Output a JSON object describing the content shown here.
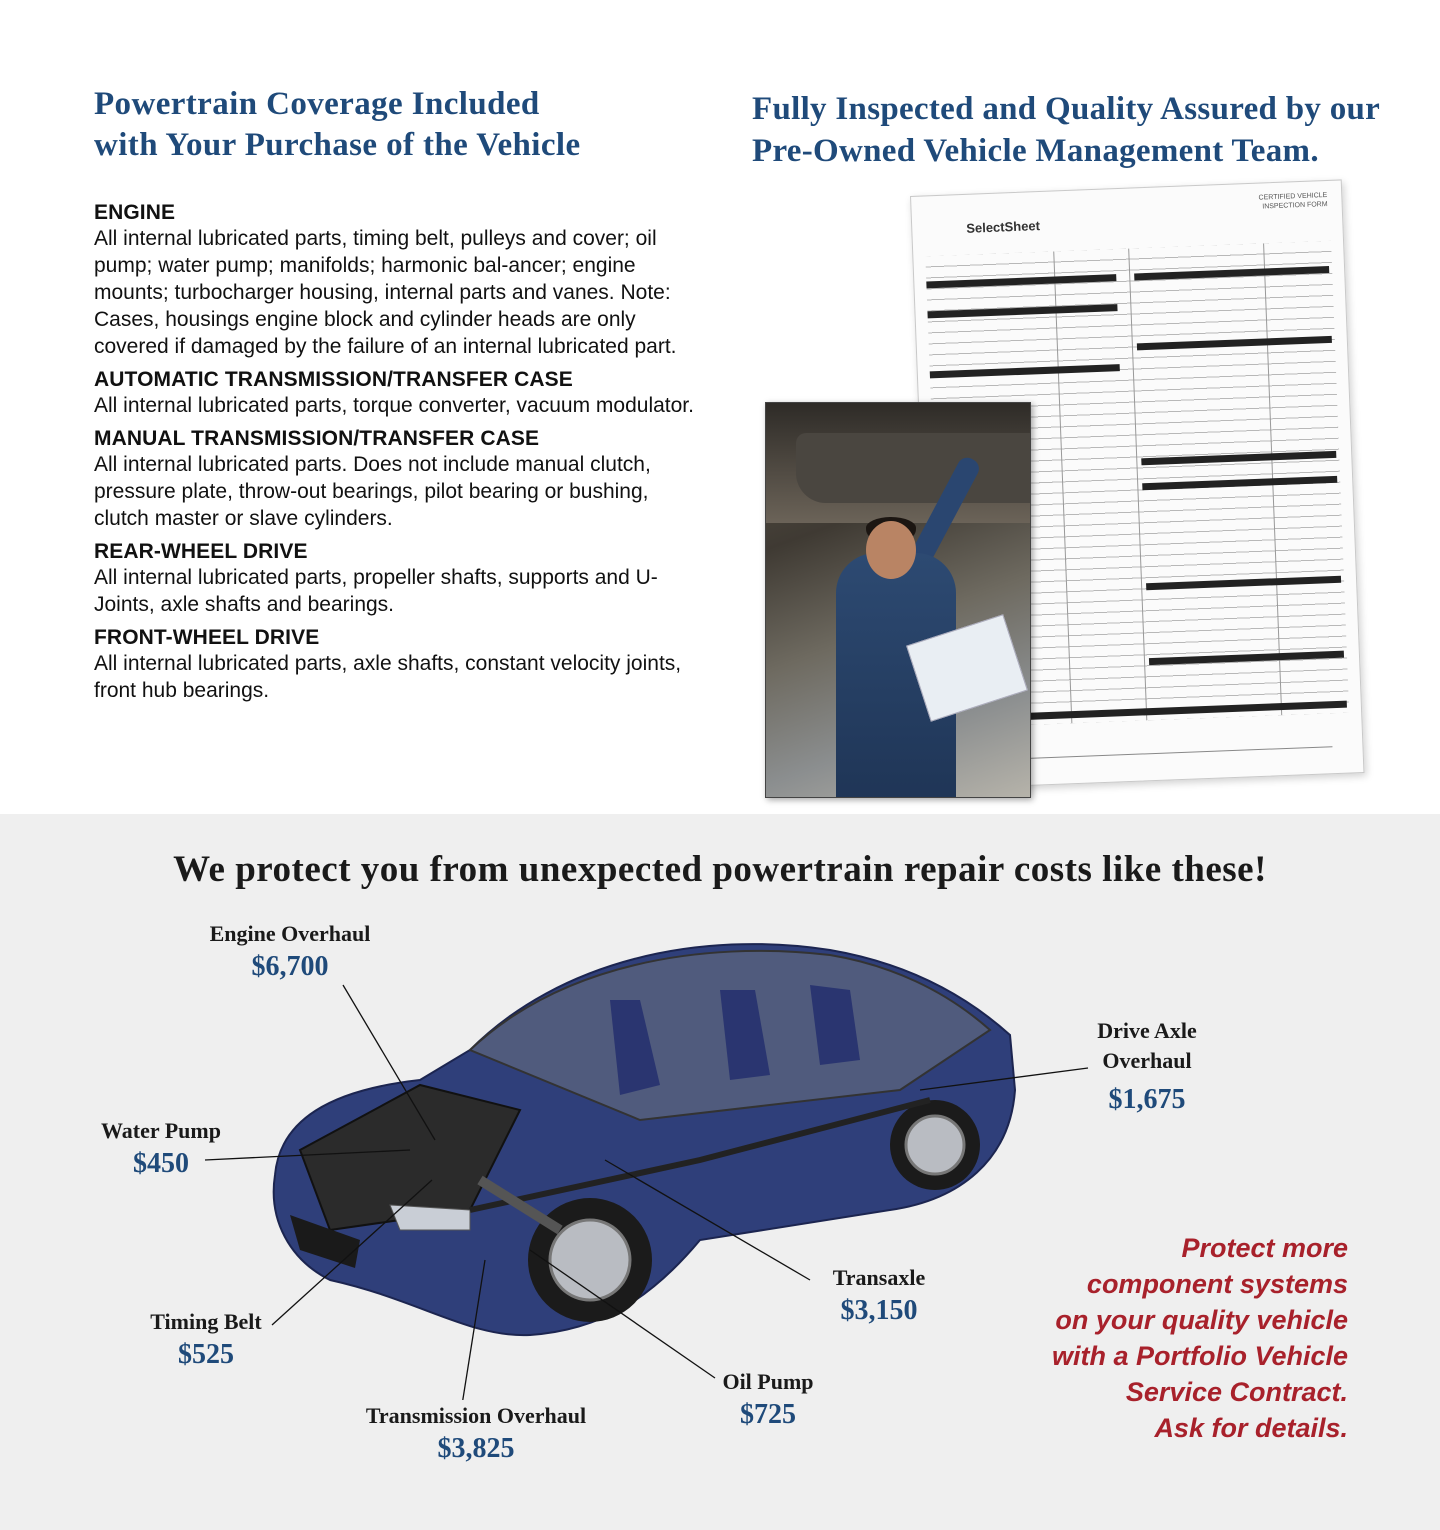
{
  "coverage": {
    "title_line1": "Powertrain Coverage Included",
    "title_line2": "with Your Purchase of the Vehicle",
    "sections": [
      {
        "heading": "ENGINE",
        "text": "All internal lubricated parts, timing belt, pulleys and cover; oil pump; water pump; manifolds; harmonic bal-ancer; engine mounts; turbocharger housing, internal parts and vanes. Note: Cases, housings engine block and cylinder heads are only covered if damaged by the failure of an internal lubricated part."
      },
      {
        "heading": "AUTOMATIC TRANSMISSION/TRANSFER CASE",
        "text": "All internal lubricated parts, torque converter, vacuum modulator."
      },
      {
        "heading": "MANUAL TRANSMISSION/TRANSFER CASE",
        "text": "All internal lubricated parts. Does not include manual clutch, pressure plate, throw-out bearings, pilot bearing or bushing, clutch master or slave cylinders."
      },
      {
        "heading": "REAR-WHEEL DRIVE",
        "text": "All internal lubricated parts, propeller shafts, supports and U-Joints, axle shafts and bearings."
      },
      {
        "heading": "FRONT-WHEEL DRIVE",
        "text": "All internal lubricated parts, axle shafts, constant velocity joints, front hub bearings."
      }
    ]
  },
  "inspection": {
    "title_line1": "Fully Inspected and Quality Assured by our",
    "title_line2": "Pre-Owned Vehicle Management Team.",
    "form_logo": "SelectSheet",
    "form_title": "CERTIFIED VEHICLE INSPECTION FORM"
  },
  "protect": {
    "headline": "We protect you from unexpected powertrain repair costs like these!"
  },
  "costs": {
    "engine_overhaul": {
      "name": "Engine Overhaul",
      "price": "$6,700"
    },
    "water_pump": {
      "name": "Water Pump",
      "price": "$450"
    },
    "timing_belt": {
      "name": "Timing Belt",
      "price": "$525"
    },
    "transmission_overhaul": {
      "name": "Transmission Overhaul",
      "price": "$3,825"
    },
    "oil_pump": {
      "name": "Oil Pump",
      "price": "$725"
    },
    "transaxle": {
      "name": "Transaxle",
      "price": "$3,150"
    },
    "drive_axle_line1": "Drive Axle",
    "drive_axle_line2": "Overhaul",
    "drive_axle_price": "$1,675"
  },
  "promo": {
    "line1": "Protect more",
    "line2": "component systems",
    "line3": "on your quality vehicle",
    "line4": "with a Portfolio Vehicle",
    "line5": "Service Contract.",
    "line6": "Ask for details."
  },
  "colors": {
    "heading_blue": "#1f4a7a",
    "promo_red": "#a8212b",
    "band_gray": "#efefef"
  }
}
